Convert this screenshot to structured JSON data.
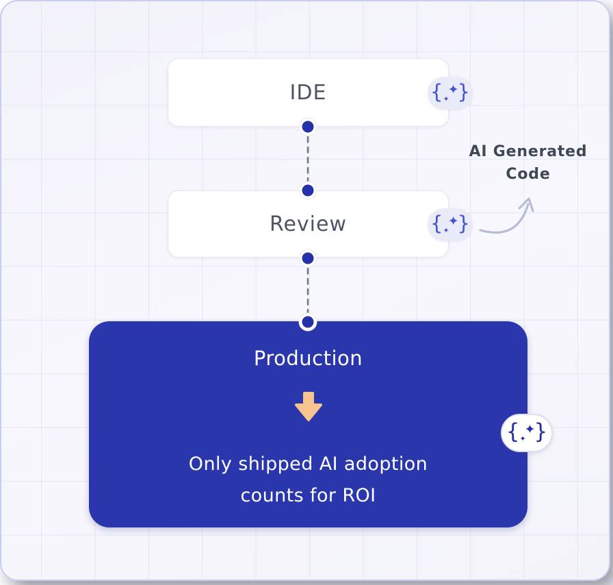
{
  "flow": {
    "nodes": [
      {
        "label": "IDE"
      },
      {
        "label": "Review"
      }
    ],
    "production": {
      "title": "Production",
      "message_line1": "Only shipped AI adoption",
      "message_line2": "counts for ROI"
    },
    "annotation": {
      "line1": "AI Generated",
      "line2": "Code"
    }
  },
  "icons": {
    "open_brace": "{",
    "close_brace": "}",
    "sparkle": "✦"
  },
  "colors": {
    "production_background": "#2936ac",
    "dot_blue": "#2531a8",
    "badge_icon_blue": "#4553cf",
    "badge_icon_navy": "#232ea3",
    "down_arrow_orange": "#f8c48d",
    "node_text": "#4b5563",
    "annotation_text": "#3f4956",
    "dashed_connector": "#707987",
    "curved_arrow": "#b7bcd6",
    "canvas_background": "#f5f5fb",
    "grid_line": "#dcdff2",
    "card_border": "#c9cdf1"
  }
}
